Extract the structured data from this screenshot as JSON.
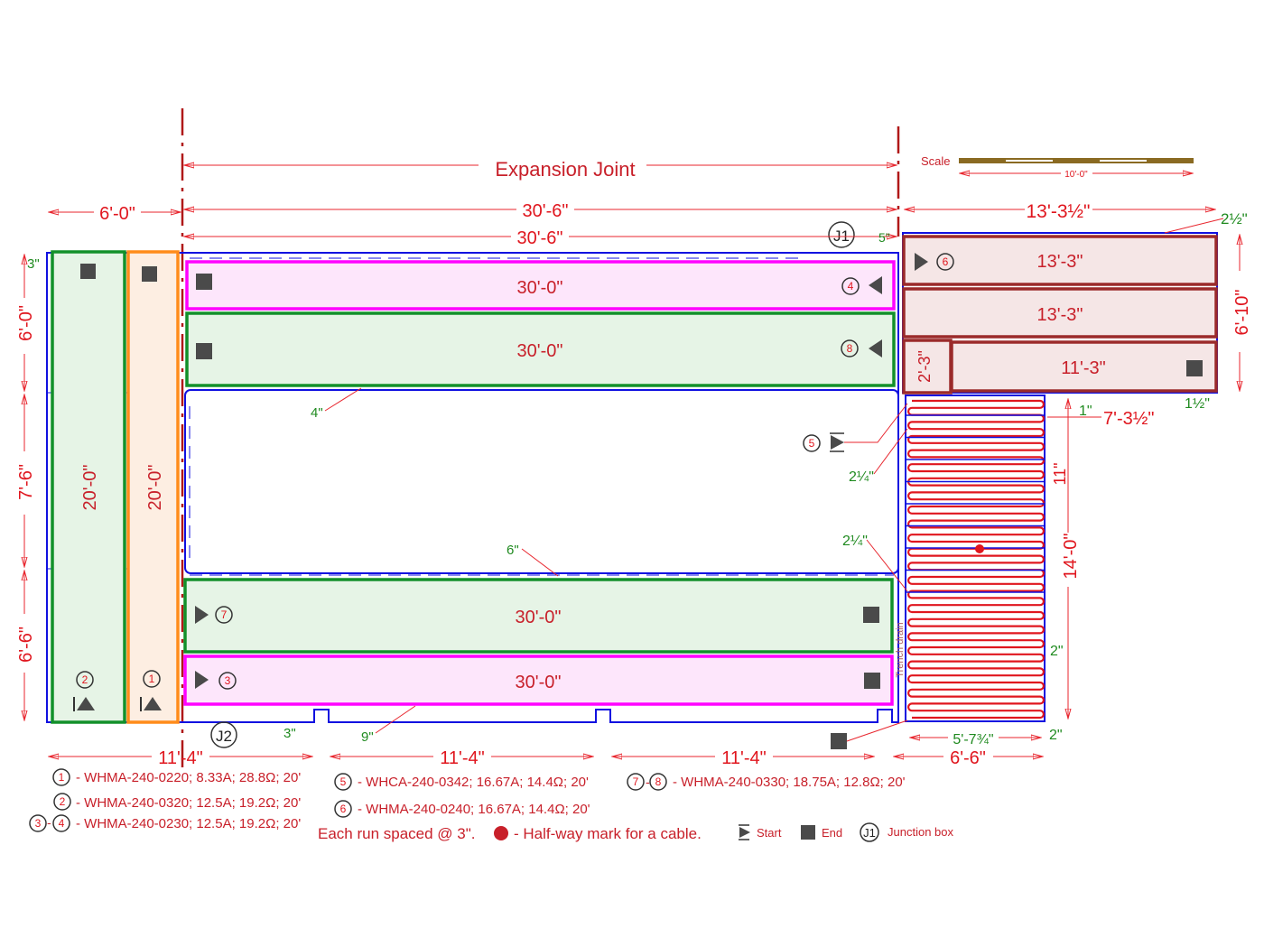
{
  "expansion_joint": "Expansion Joint",
  "scale": {
    "label": "Scale",
    "length": "10'-0\""
  },
  "dims": {
    "left_width": "6'-0\"",
    "top_overall": "30'-6\"",
    "top_inner": "30'-6\"",
    "right_top": "13'-3½\"",
    "right_top_offset": "2½\"",
    "right_height": "6'-10\"",
    "left_top": "6'-0\"",
    "left_mid": "7'-6\"",
    "left_bottom": "6'-6\"",
    "left_3in": "3\"",
    "gap_5in": "5\"",
    "gap_4in": "4\"",
    "gap_6in": "6\"",
    "gap_3in_bottom": "3\"",
    "gap_9in": "9\"",
    "bottom_1": "11'-4\"",
    "bottom_2": "11'-4\"",
    "bottom_3": "11'-4\"",
    "snow_width": "6'-6\"",
    "snow_inner_width": "5'-7¾\"",
    "snow_height": "14'-0\"",
    "snow_11in": "11\"",
    "snow_1in": "1\"",
    "snow_2in_a": "2\"",
    "snow_2in_b": "2\"",
    "snow_7ft": "7'-3½\"",
    "snow_1half": "1½\"",
    "snow_2q_a": "2¼\"",
    "snow_2q_b": "2¼\"",
    "small_2ft3": "2'-3\""
  },
  "runs": {
    "col_green": "20'-0\"",
    "col_orange": "20'-0\"",
    "top_pink": "30'-0\"",
    "top_green": "30'-0\"",
    "bottom_green": "30'-0\"",
    "bottom_pink": "30'-0\"",
    "right_1": "13'-3\"",
    "right_2": "13'-3\"",
    "right_3": "11'-3\""
  },
  "markers": {
    "n1": "1",
    "n2": "2",
    "n3": "3",
    "n4": "4",
    "n5": "5",
    "n6": "6",
    "n7": "7",
    "n8": "8",
    "j1": "J1",
    "j2": "J2"
  },
  "trench_drain": "Trench drain",
  "legend": {
    "items": [
      {
        "nums": "1",
        "text": "- WHMA-240-0220; 8.33A; 28.8Ω; 20'"
      },
      {
        "nums": "2",
        "text": "- WHMA-240-0320; 12.5A; 19.2Ω; 20'"
      },
      {
        "nums": "3-4",
        "text": "- WHMA-240-0230; 12.5A; 19.2Ω; 20'"
      },
      {
        "nums": "5",
        "text": "- WHCA-240-0342; 16.67A; 14.4Ω; 20'"
      },
      {
        "nums": "6",
        "text": "- WHMA-240-0240; 16.67A; 14.4Ω; 20'"
      },
      {
        "nums": "7-8",
        "text": "- WHMA-240-0330; 18.75A; 12.8Ω; 20'"
      }
    ],
    "spacing": "Each run spaced @ 3\".",
    "halfway": "- Half-way mark for a cable.",
    "start": "Start",
    "end": "End",
    "junction": "Junction box"
  },
  "colors": {
    "pink": "#ff00ff",
    "green": "#12902a",
    "orange": "#ff8c1a",
    "brown": "#9b2a2a",
    "blue": "#1010e0",
    "red": "#e0161e"
  }
}
